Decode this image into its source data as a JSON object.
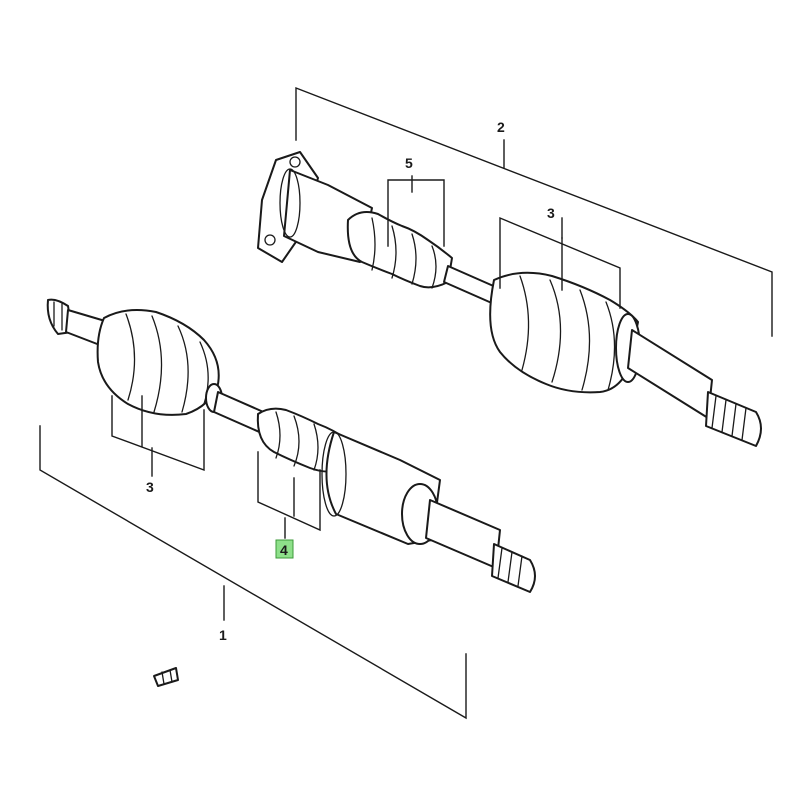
{
  "callouts": {
    "c1": "1",
    "c2": "2",
    "c3_upper": "3",
    "c3_lower": "3",
    "c4": "4",
    "c5": "5"
  },
  "highlight": {
    "callout": "4",
    "color": "#8ee08a"
  }
}
